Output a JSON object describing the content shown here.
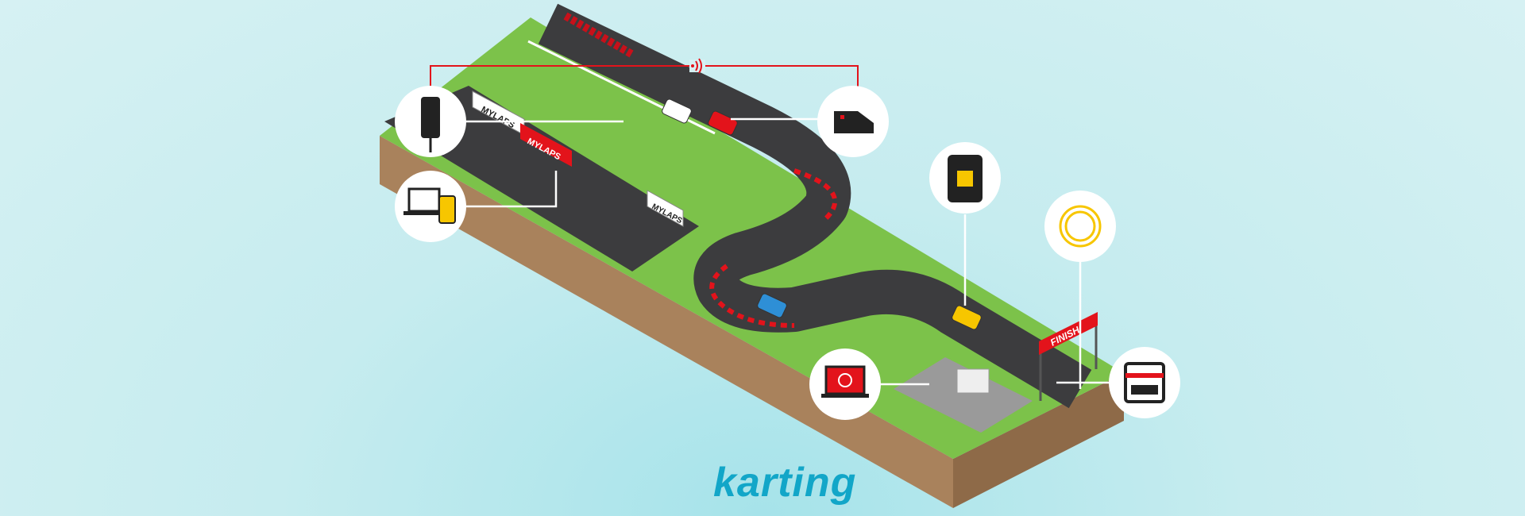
{
  "scene": {
    "title": "karting",
    "banner_text": "MYLAPS",
    "finish_text": "FINISH"
  },
  "colors": {
    "grass": "#7cc24a",
    "asphalt": "#3c3c3e",
    "dirt": "#a9825c",
    "accent_red": "#e3131b",
    "logo": "#12a6c8",
    "transponder_yellow": "#f7c600"
  },
  "icons": [
    "decoder-icon",
    "app-and-laptop-icon",
    "transponder-car-icon",
    "transponder-icon",
    "loop-cable-icon",
    "software-laptop-icon",
    "scoreboard-icon",
    "wifi-icon"
  ]
}
